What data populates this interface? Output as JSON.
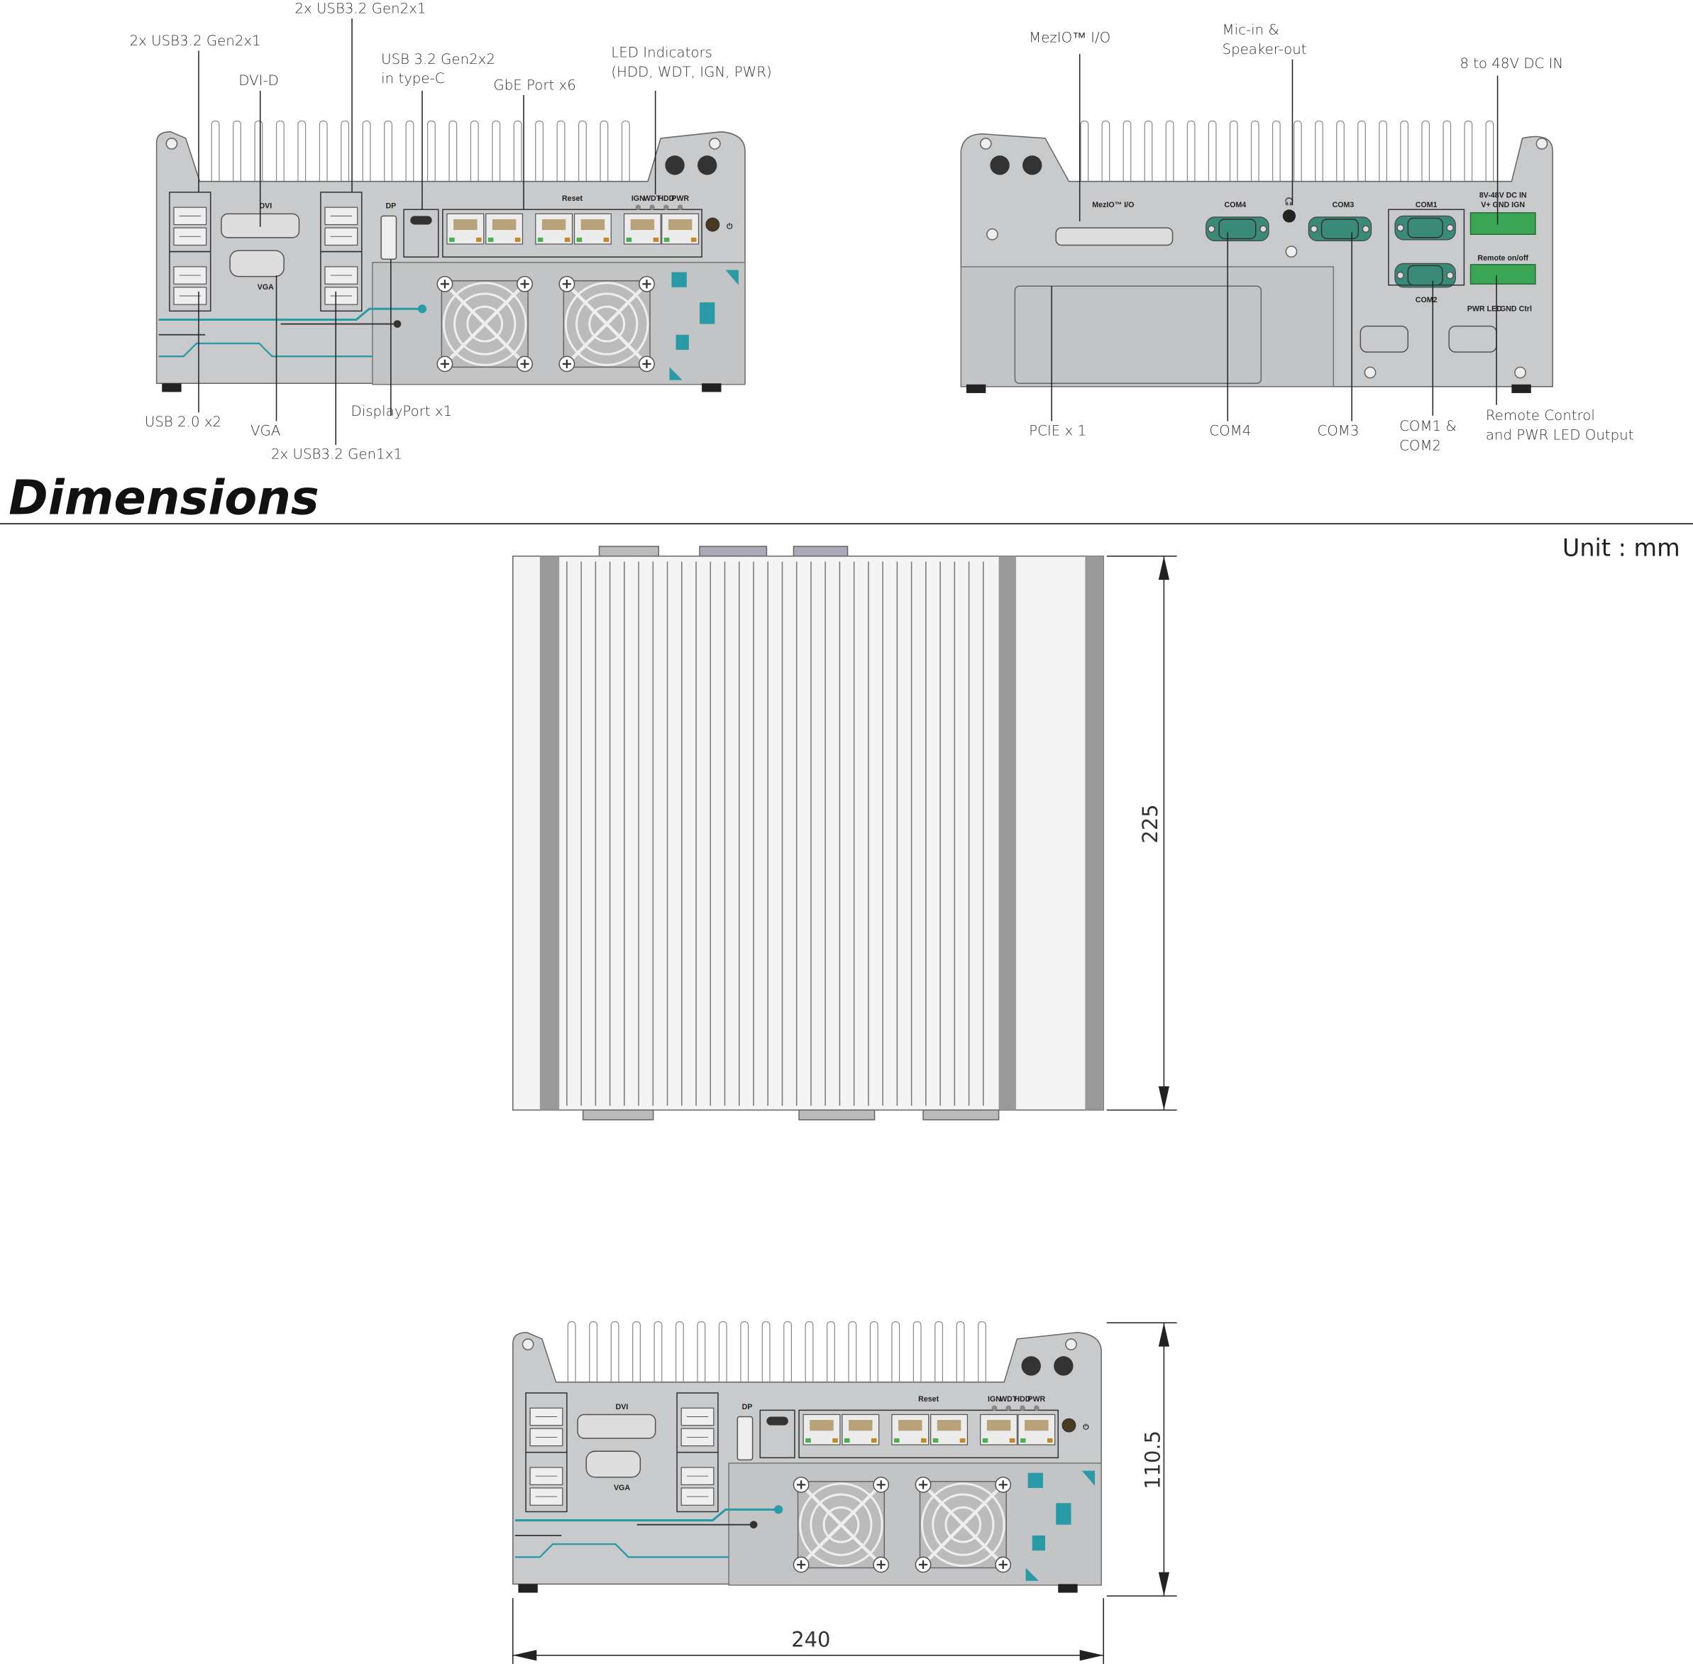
{
  "section_title": "Dimensions",
  "unit_label": "Unit : mm",
  "front_callouts": {
    "usb32_gen2_right": "2x USB3.2 Gen2x1",
    "usb32_gen2_left": "2x USB3.2 Gen2x1",
    "dvi": "DVI-D",
    "typec_line1": "USB 3.2 Gen2x2",
    "typec_line2": "in type-C",
    "gbe": "GbE Port x6",
    "led_line1": "LED Indicators",
    "led_line2": "(HDD, WDT, IGN, PWR)",
    "usb20": "USB 2.0 x2",
    "vga": "VGA",
    "usb32_gen1": "2x USB3.2 Gen1x1",
    "displayport": "DisplayPort x1"
  },
  "rear_callouts": {
    "mezio": "MezIO™ I/O",
    "mic_line1": "Mic-in &",
    "mic_line2": "Speaker-out",
    "dcin": "8 to 48V  DC IN",
    "pcie": "PCIE x 1",
    "com4": "COM4",
    "com3": "COM3",
    "com12_line1": "COM1 &",
    "com12_line2": "COM2",
    "remote_line1": "Remote Control",
    "remote_line2": "and PWR LED Output"
  },
  "front_panel_labels": {
    "dvi": "DVI",
    "vga": "VGA",
    "dp": "DP",
    "reset": "Reset",
    "ign": "IGN",
    "wdt": "WDT",
    "hdd": "HDD",
    "pwr": "PWR"
  },
  "rear_panel_labels": {
    "mezio": "MezIO™ I/O",
    "com4": "COM4",
    "com3": "COM3",
    "com1": "COM1",
    "com2": "COM2",
    "dcin_line1": "8V-48V DC IN",
    "dcin_line2": "V+ GND IGN",
    "remote": "Remote on/off",
    "pwr_led": "PWR LED",
    "gnd_ctrl": "GND Ctrl"
  },
  "dimensions": {
    "depth": "225",
    "height": "110.5",
    "width": "240"
  },
  "colors": {
    "chassis": "#c9cacc",
    "accent_teal": "#2a9aa6",
    "com_green": "#3a8a78",
    "terminal_green": "#3aa655"
  }
}
